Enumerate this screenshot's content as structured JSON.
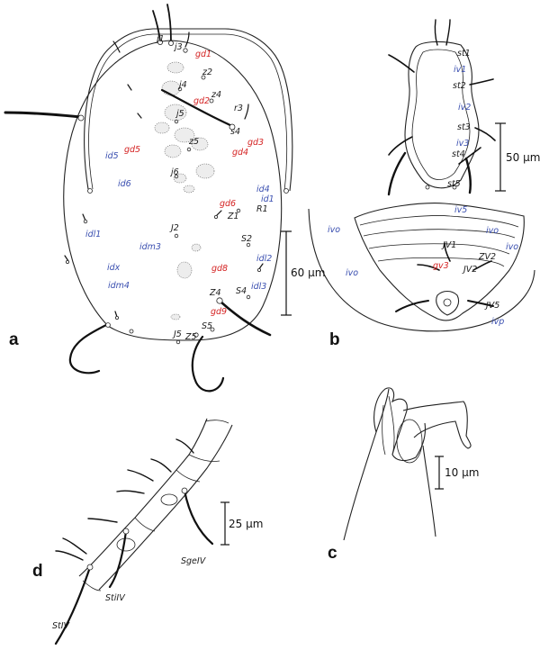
{
  "panels": {
    "a": "a",
    "b": "b",
    "c": "c",
    "d": "d"
  },
  "colors": {
    "black_labels": "#1a1a1a",
    "gland_labels": "#d42222",
    "lyrifissure_labels": "#3a4fb0"
  },
  "panel_a": {
    "black_labels": [
      "j1",
      "j3",
      "z2",
      "j4",
      "z4",
      "r3",
      "j5",
      "s4",
      "z5",
      "j6",
      "R1",
      "Z1",
      "J2",
      "S2",
      "Z4",
      "S4",
      "J5",
      "Z5",
      "S5"
    ],
    "red_labels": [
      "gd1",
      "gd2",
      "gd3",
      "gd4",
      "gd5",
      "gd6",
      "gd8",
      "gd9"
    ],
    "blue_labels": [
      "id5",
      "id6",
      "id4",
      "id1",
      "idl1",
      "idm3",
      "idl2",
      "idx",
      "idm4",
      "idl3"
    ],
    "scale": "60 µm"
  },
  "panel_b": {
    "black_labels": [
      "st1",
      "st2",
      "st3",
      "st4",
      "st5",
      "JV1",
      "ZV2",
      "JV2",
      "JV5"
    ],
    "red_labels": [
      "gv3"
    ],
    "blue_labels": [
      "iv1",
      "iv2",
      "iv3",
      "iv5",
      "ivo",
      "ivo",
      "ivo",
      "ivo",
      "ivp"
    ],
    "scale": "50 µm"
  },
  "panel_c": {
    "scale": "10 µm"
  },
  "panel_d": {
    "black_labels": [
      "SgeIV",
      "StiIV",
      "StIV"
    ],
    "scale": "25 µm"
  }
}
